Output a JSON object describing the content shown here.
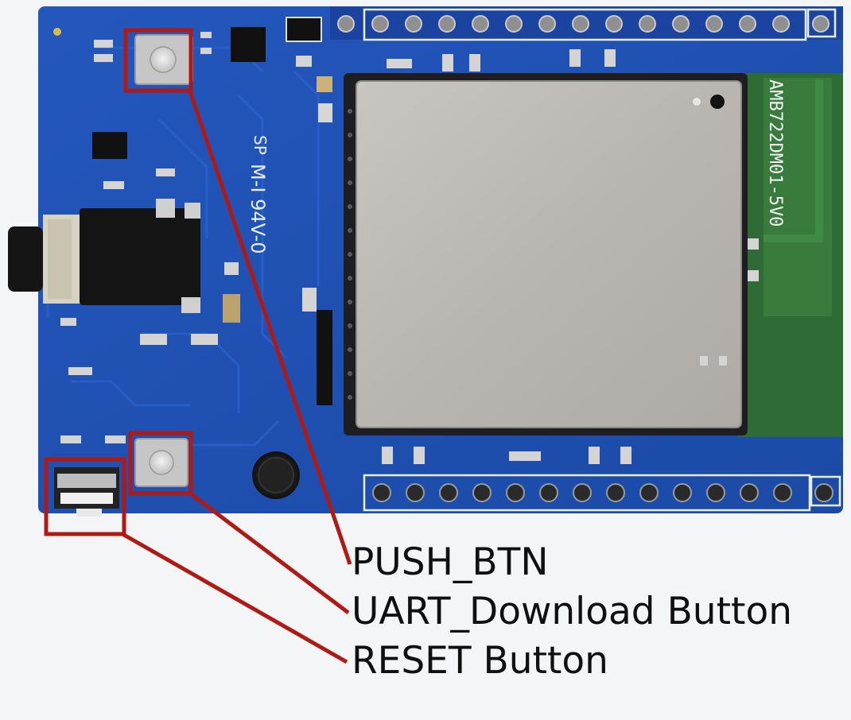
{
  "board": {
    "silkscreen_module": "AMB722DM01-5V0",
    "silkscreen_fr4": "M-I 94V-0",
    "silkscreen_logo": "SP",
    "colors": {
      "pcb": "#1f4fb0",
      "pcb_dark": "#163d8c",
      "module_shield": "#b8b5b0",
      "antenna": "#2f6b34",
      "callout": "#b01a14"
    }
  },
  "callouts": {
    "push_btn": "PUSH_BTN",
    "uart_download": "UART_Download Button",
    "reset": "RESET Button"
  }
}
